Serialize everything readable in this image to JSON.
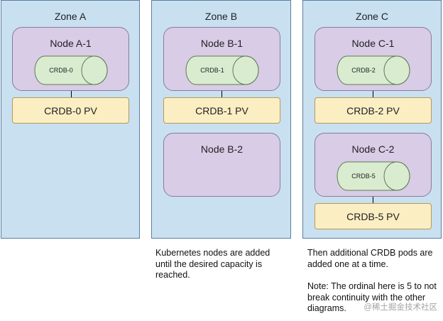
{
  "zones": [
    {
      "title": "Zone A",
      "nodes": [
        {
          "title": "Node A-1",
          "pod": "CRDB-0"
        }
      ],
      "pvs": [
        "CRDB-0 PV"
      ]
    },
    {
      "title": "Zone B",
      "nodes": [
        {
          "title": "Node B-1",
          "pod": "CRDB-1"
        },
        {
          "title": "Node B-2"
        }
      ],
      "pvs": [
        "CRDB-1 PV"
      ]
    },
    {
      "title": "Zone C",
      "nodes": [
        {
          "title": "Node C-1",
          "pod": "CRDB-2"
        },
        {
          "title": "Node C-2",
          "pod": "CRDB-5"
        }
      ],
      "pvs": [
        "CRDB-2 PV",
        "CRDB-5 PV"
      ]
    }
  ],
  "captions": {
    "zone_b": "Kubernetes nodes are added until the desired capacity is reached.",
    "zone_c_1": "Then additional CRDB pods are added one at a time.",
    "zone_c_2": "Note: The ordinal here is 5 to not break continuity with the other diagrams."
  },
  "watermark": "@稀土掘金技术社区",
  "colors": {
    "zone_fill": "#c9e0f0",
    "node_fill": "#d9cce6",
    "pv_fill": "#fbeec3",
    "pod_fill": "#d9ecd0"
  }
}
